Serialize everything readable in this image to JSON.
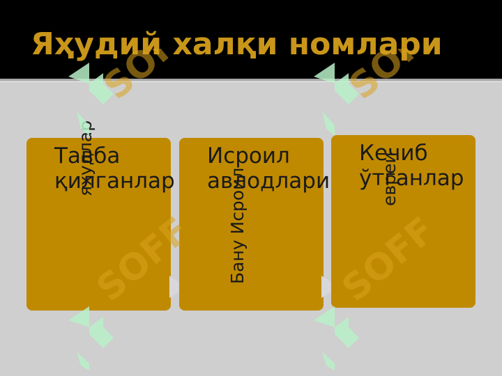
{
  "slide": {
    "title": "Яҳудий халқи номлари"
  },
  "cards": [
    {
      "text": "Тавба қилганлар",
      "vertical_label": "яҳудлар"
    },
    {
      "text": "Исроил авлодлари",
      "vertical_label": "Бану Исроил"
    },
    {
      "text": "Кечиб ўтганлар",
      "vertical_label": "евреи"
    }
  ],
  "watermark": {
    "text": "SOFF"
  },
  "colors": {
    "header_bg": "#000000",
    "title": "#c9961a",
    "card": "#c08a00",
    "background": "#cfcfcf",
    "arrow": "#d8d8d8",
    "watermark_green": "#b8f0c8",
    "watermark_orange": "#d9a21e"
  }
}
